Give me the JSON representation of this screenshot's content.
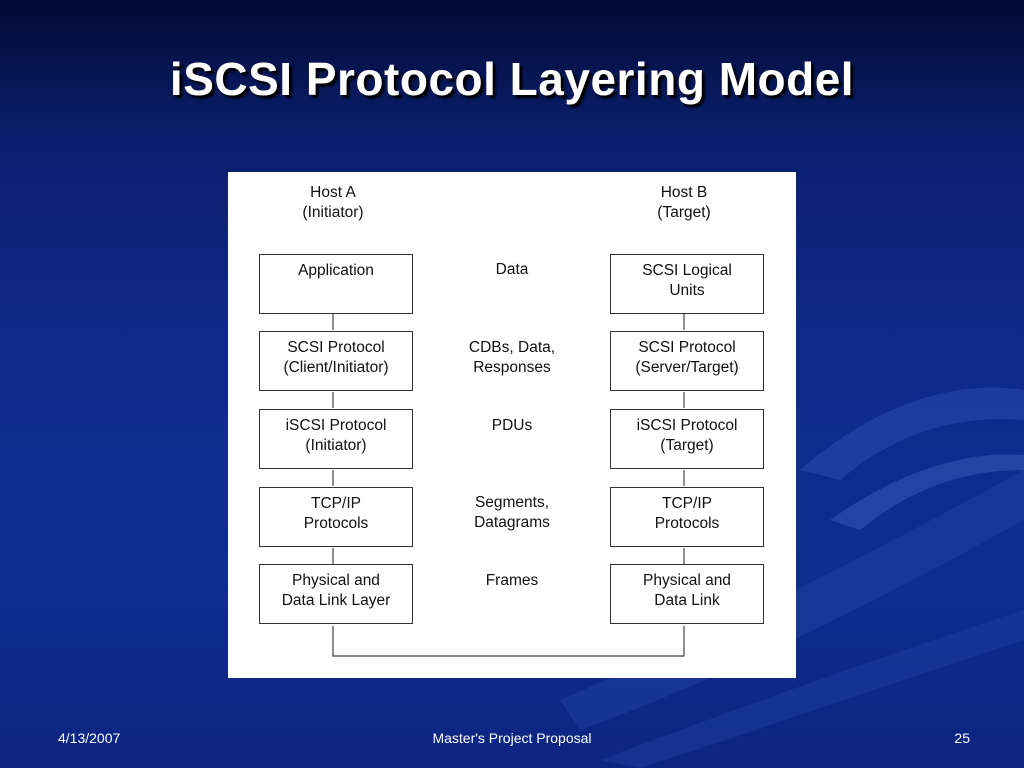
{
  "slide": {
    "title": "iSCSI Protocol Layering Model",
    "footer_date": "4/13/2007",
    "footer_center": "Master's Project Proposal",
    "footer_page": "25"
  },
  "diagram": {
    "host_a": {
      "line1": "Host A",
      "line2": "(Initiator)"
    },
    "host_b": {
      "line1": "Host B",
      "line2": "(Target)"
    },
    "layers": [
      {
        "left": [
          "Application",
          ""
        ],
        "unit": [
          "Data",
          ""
        ],
        "right": [
          "SCSI Logical",
          "Units"
        ]
      },
      {
        "left": [
          "SCSI Protocol",
          "(Client/Initiator)"
        ],
        "unit": [
          "CDBs, Data,",
          "Responses"
        ],
        "right": [
          "SCSI Protocol",
          "(Server/Target)"
        ]
      },
      {
        "left": [
          "iSCSI Protocol",
          "(Initiator)"
        ],
        "unit": [
          "PDUs",
          ""
        ],
        "right": [
          "iSCSI Protocol",
          "(Target)"
        ]
      },
      {
        "left": [
          "TCP/IP",
          "Protocols"
        ],
        "unit": [
          "Segments,",
          "Datagrams"
        ],
        "right": [
          "TCP/IP",
          "Protocols"
        ]
      },
      {
        "left": [
          "Physical and",
          "Data Link Layer"
        ],
        "unit": [
          "Frames",
          ""
        ],
        "right": [
          "Physical and",
          "Data Link"
        ]
      }
    ]
  },
  "colors": {
    "background": "#0f2a8a",
    "title": "#ffffff",
    "panel": "#ffffff"
  }
}
